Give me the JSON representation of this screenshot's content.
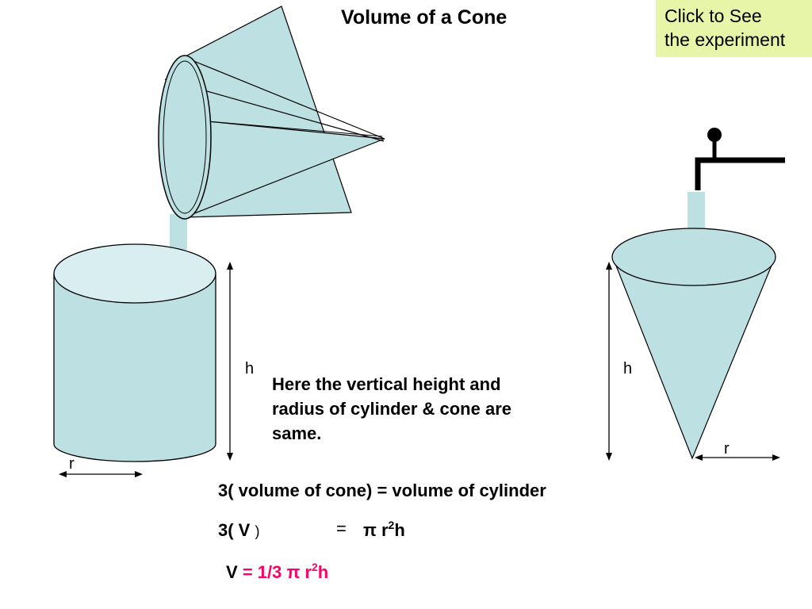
{
  "title": "Volume of a Cone",
  "experiment_button": {
    "line1": "Click to See",
    "line2": "the experiment"
  },
  "labels": {
    "cyl_h": "h",
    "cyl_r": "r",
    "cone_h": "h",
    "cone_r": "r"
  },
  "note": {
    "line1": "Here  the  vertical height and",
    "line2": "radius of cylinder & cone are",
    "line3": "same."
  },
  "equations": {
    "eq1": "3( volume of cone) =  volume of cylinder",
    "eq2_left": "3( V",
    "eq2_paren": ")",
    "eq2_equals": "=",
    "eq2_rhs": "π r",
    "eq2_sup": "2",
    "eq2_h": "h",
    "eq3_v": "V",
    "eq3_rhs": "= 1/3 π r",
    "eq3_sup": "2",
    "eq3_h": "h"
  },
  "colors": {
    "water": "#bde0e3",
    "water_light": "#d8eef0",
    "highlight": "#ff0066",
    "button": "#e6f5a8"
  }
}
